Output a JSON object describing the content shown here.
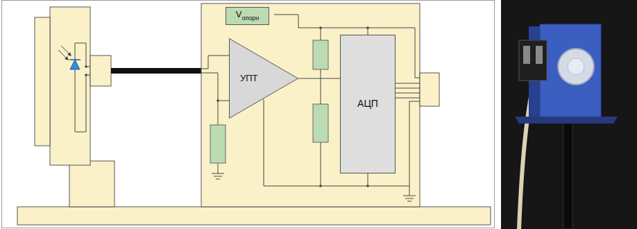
{
  "diagram": {
    "nodes": [
      {
        "text": [
          "V",
          "опорн"
        ]
      },
      {
        "text": [
          "УПТ"
        ]
      },
      {
        "text": [
          "АЦП"
        ]
      }
    ],
    "edges": [
      {
        "from": 1,
        "to": 2,
        "arrow": "none"
      }
    ]
  }
}
